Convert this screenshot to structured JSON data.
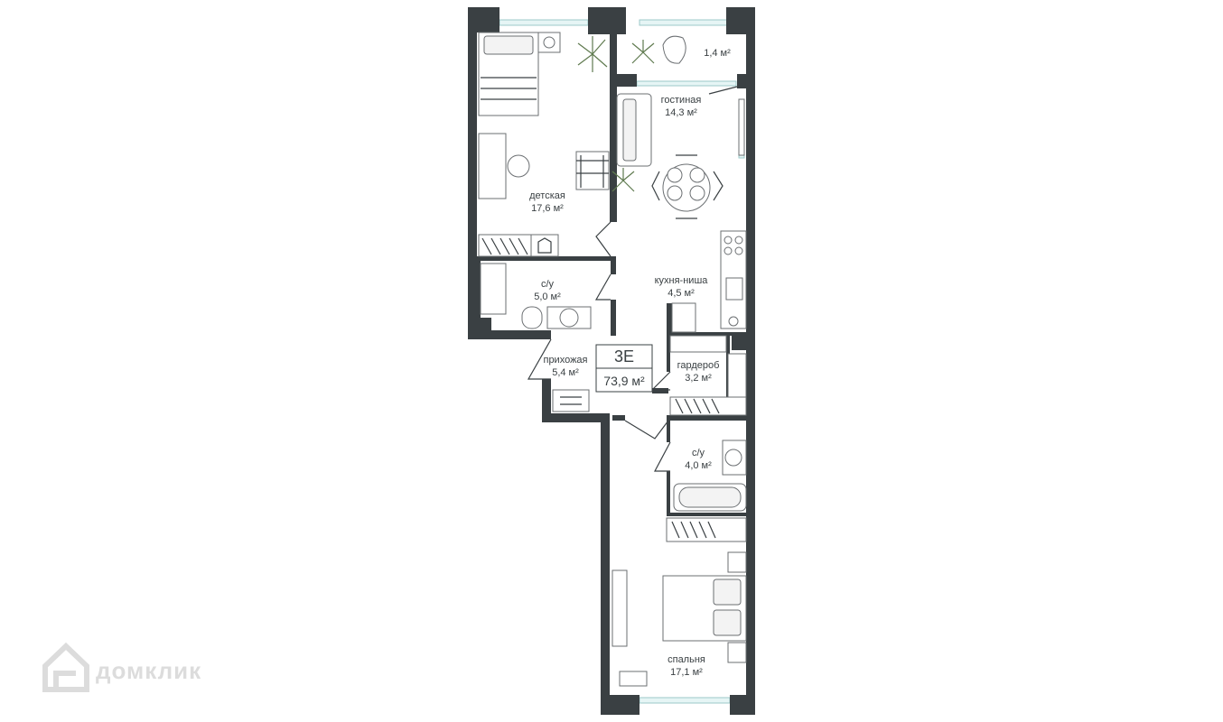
{
  "apartment": {
    "type": "3E",
    "total_area": "73,9 м²"
  },
  "rooms": {
    "balcony": {
      "name": "",
      "area": "1,4 м²"
    },
    "living": {
      "name": "гостиная",
      "area": "14,3 м²"
    },
    "kids": {
      "name": "детская",
      "area": "17,6 м²"
    },
    "bath1": {
      "name": "с/у",
      "area": "5,0 м²"
    },
    "kitchen": {
      "name": "кухня-ниша",
      "area": "4,5 м²"
    },
    "hall": {
      "name": "прихожая",
      "area": "5,4 м²"
    },
    "wardrobe": {
      "name": "гардероб",
      "area": "3,2 м²"
    },
    "bath2": {
      "name": "с/у",
      "area": "4,0 м²"
    },
    "bedroom": {
      "name": "спальня",
      "area": "17,1 м²"
    }
  },
  "watermark": {
    "text": "домклик",
    "icon": "house-icon"
  },
  "colors": {
    "wall": "#3a4043",
    "window": "#e6f5f5",
    "plant": "#5f7a4f"
  }
}
